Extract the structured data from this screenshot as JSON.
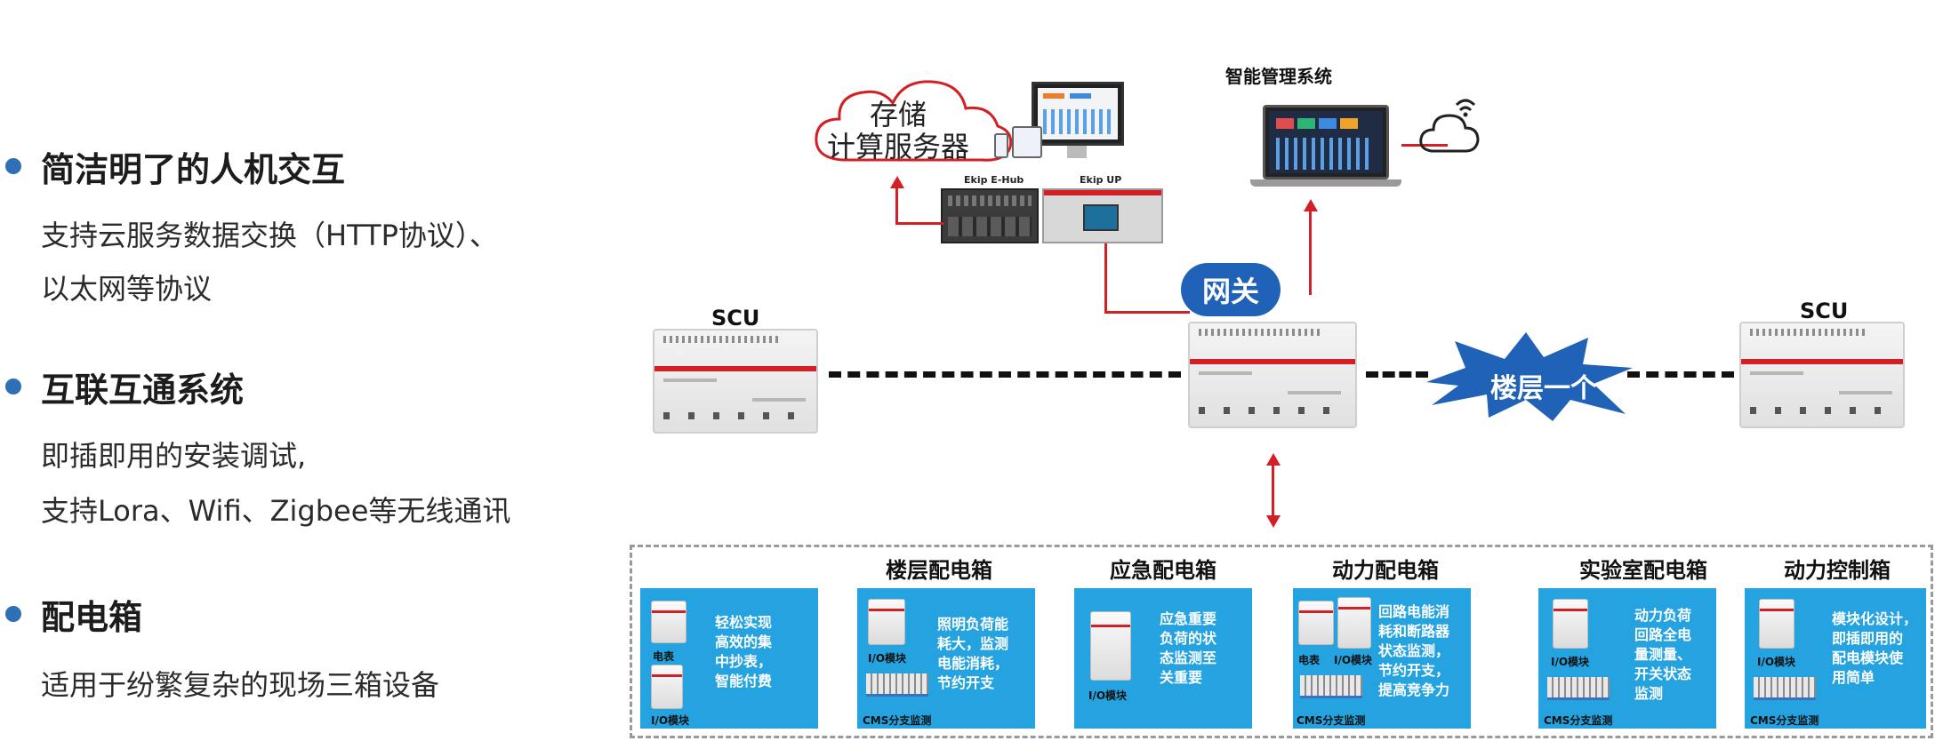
{
  "features": [
    {
      "title": "简洁明了的人机交互",
      "lines": [
        "支持云服务数据交换（HTTP协议）、",
        "以太网等协议"
      ]
    },
    {
      "title": "互联互通系统",
      "lines": [
        "即插即用的安装调试,",
        "支持Lora、Wifi、Zigbee等无线通讯"
      ]
    },
    {
      "title": "配电箱",
      "lines": [
        "适用于纷繁复杂的现场三箱设备"
      ]
    }
  ],
  "cloud": {
    "line1": "存储",
    "line2": "计算服务器"
  },
  "devices": {
    "ehub": "Ekip E-Hub",
    "up": "Ekip UP"
  },
  "system_title": "智能管理系统",
  "scu_left": "SCU",
  "scu_right": "SCU",
  "gateway": "网关",
  "burst": "楼层一个",
  "boxes": [
    {
      "title": "",
      "desc": [
        "轻松实现",
        "高效的集",
        "中抄表，",
        "智能付费"
      ],
      "mods": [
        "电表",
        "I/O模块"
      ]
    },
    {
      "title": "楼层配电箱",
      "desc": [
        "照明负荷能",
        "耗大，监测",
        "电能消耗，",
        "节约开支"
      ],
      "mods": [
        "I/O模块",
        "CMS分支监测"
      ]
    },
    {
      "title": "应急配电箱",
      "desc": [
        "应急重要",
        "负荷的状",
        "态监测至",
        "关重要"
      ],
      "mods": [
        "I/O模块"
      ]
    },
    {
      "title": "动力配电箱",
      "desc": [
        "回路电能消",
        "耗和断路器",
        "状态监测，",
        "节约开支，",
        "提高竞争力"
      ],
      "mods": [
        "电表",
        "I/O模块",
        "CMS分支监测"
      ]
    },
    {
      "title": "实验室配电箱",
      "desc": [
        "动力负荷",
        "回路全电",
        "量测量、",
        "开关状态",
        "监测"
      ],
      "mods": [
        "I/O模块",
        "CMS分支监测"
      ]
    },
    {
      "title": "动力控制箱",
      "desc": [
        "模块化设计，",
        "即插即用的",
        "配电模块使",
        "用简单"
      ],
      "mods": [
        "I/O模块",
        "CMS分支监测"
      ]
    }
  ],
  "colors": {
    "accent_blue": "#1f62b7",
    "box_blue": "#24a3e0",
    "line_red": "#d32027",
    "dot_blue": "#2f6fb5"
  }
}
